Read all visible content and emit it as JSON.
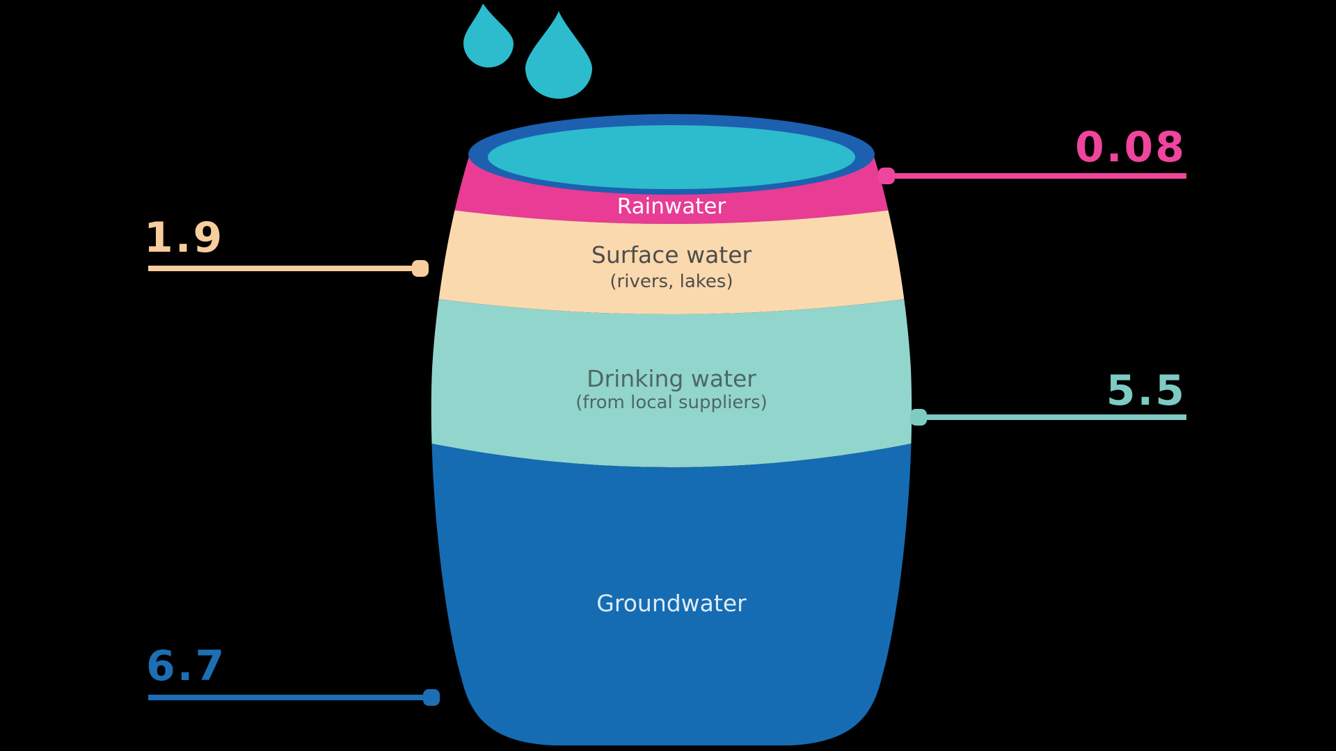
{
  "background_color": "#000000",
  "chart_data": {
    "type": "bar",
    "variant": "stacked-barrel-pictograph",
    "categories": [
      "Rainwater",
      "Surface water (rivers, lakes)",
      "Drinking water (from local suppliers)",
      "Groundwater"
    ],
    "values": [
      0.08,
      1.9,
      5.5,
      6.7
    ],
    "title": "",
    "xlabel": "",
    "ylabel": "",
    "legend": "none",
    "segment_colors": [
      "#e83c95",
      "#fbd9ae",
      "#92d5cd",
      "#156cb2"
    ],
    "callout_labels": [
      "0.08",
      "1.9",
      "5.5",
      "6.7"
    ]
  },
  "segments": [
    {
      "name": "Rainwater",
      "sublabel": "",
      "value": "0.08",
      "band_color": "#e83c95",
      "text_color": "#ffffff",
      "callout_color": "#f0459c",
      "callout_side": "right"
    },
    {
      "name": "Surface water",
      "sublabel": "(rivers, lakes)",
      "value": "1.9",
      "band_color": "#fbd9ae",
      "text_color": "#4d4d4d",
      "callout_color": "#f8cd9e",
      "callout_side": "left"
    },
    {
      "name": "Drinking water",
      "sublabel": "(from local suppliers)",
      "value": "5.5",
      "band_color": "#92d5cd",
      "text_color": "#4e6763",
      "callout_color": "#7ecbc3",
      "callout_side": "right"
    },
    {
      "name": "Groundwater",
      "sublabel": "",
      "value": "6.7",
      "band_color": "#156cb2",
      "text_color": "#ddebf7",
      "callout_color": "#1d6eb4",
      "callout_side": "left"
    }
  ],
  "barrel": {
    "rim_color": "#1c60af",
    "water_color": "#2cbccd"
  },
  "drops": {
    "color": "#2cbccd",
    "count": 2
  }
}
